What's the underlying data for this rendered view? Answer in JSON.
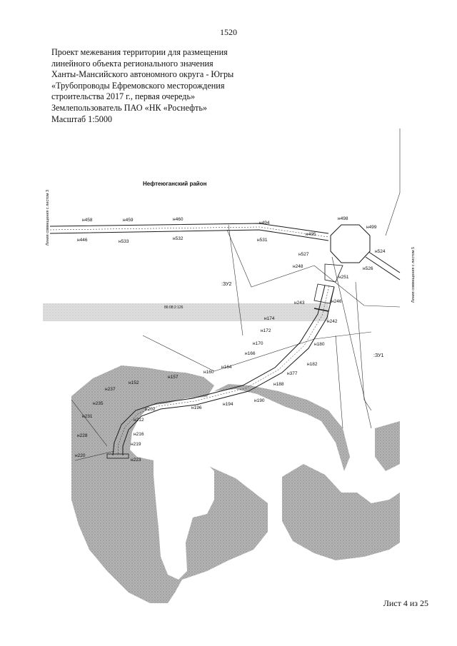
{
  "page_number": "1520",
  "header_lines": [
    "Проект межевания территории для размещения",
    "линейного объекта регионального значения",
    "Ханты-Мансийского автономного округа - Югры",
    "«Трубопроводы Ефремовского месторождения",
    "строительства 2017 г., первая очередь»",
    "Землепользователь ПАО «НК «Роснефть»",
    "Масштаб 1:5000"
  ],
  "map": {
    "region_label": "Нефтеюганский район",
    "left_edge_label": "Линия совмещения с листом 3",
    "right_edge_label": "Линия совмещения с листом 5",
    "zone_labels": [
      ":ЗУ2",
      ":ЗУ1"
    ],
    "cadastral_code": "86:08:2:126",
    "colors": {
      "water": "#9a9a9a",
      "shoal": "#d2d2d2",
      "line": "#1a1a1a"
    },
    "points": [
      "н458",
      "н459",
      "н460",
      "н494",
      "н498",
      "н499",
      "н446",
      "н533",
      "н532",
      "н531",
      "н495",
      "н527",
      "н524",
      "н526",
      "н248",
      "н251",
      "н243",
      "н246",
      "н174",
      "н242",
      "н172",
      "н170",
      "н180",
      "н166",
      "н182",
      "н164",
      "н160",
      "н377",
      "н157",
      "н188",
      "н152",
      "н237",
      "н190",
      "н202",
      "н196",
      "н194",
      "н235",
      "н212",
      "н231",
      "н216",
      "н228",
      "н219",
      "н220",
      "н223"
    ]
  },
  "footer": "Лист 4 из 25"
}
